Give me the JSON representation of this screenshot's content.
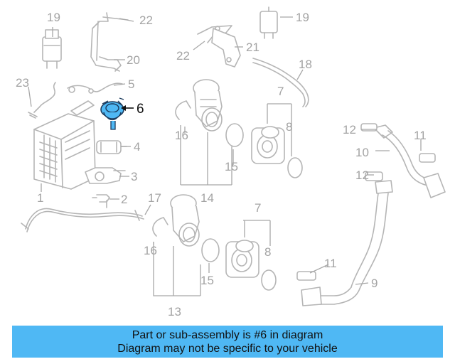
{
  "callouts": {
    "n1": "1",
    "n2": "2",
    "n3": "3",
    "n4": "4",
    "n5": "5",
    "n6": "6",
    "n7a": "7",
    "n7b": "7",
    "n8a": "8",
    "n8b": "8",
    "n9": "9",
    "n10": "10",
    "n11a": "11",
    "n11b": "11",
    "n12a": "12",
    "n12b": "12",
    "n13": "13",
    "n14": "14",
    "n15a": "15",
    "n15b": "15",
    "n16a": "16",
    "n16b": "16",
    "n17": "17",
    "n18": "18",
    "n19a": "19",
    "n19b": "19",
    "n20": "20",
    "n21": "21",
    "n22a": "22",
    "n22b": "22",
    "n23": "23"
  },
  "highlight": {
    "part_number": "6",
    "color": "#4fb8f4"
  },
  "banner": {
    "line1": "Part or sub-assembly is #6 in diagram",
    "line2": "Diagram may not be specific to your vehicle",
    "color": "#4fb8f4"
  }
}
